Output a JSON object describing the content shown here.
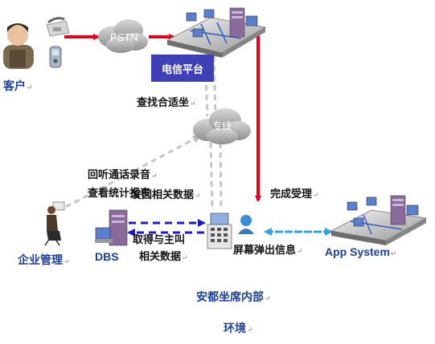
{
  "nodes": {
    "customer": "客户",
    "pstn": "PSTN",
    "telecom_platform": "电信平台",
    "dedicated_line": "专线",
    "enterprise_mgmt": "企业管理",
    "dbs": "DBS",
    "app_system": "App System"
  },
  "labels": {
    "find_agent": "查找合适坐",
    "complete_handling": "完成受理",
    "listen_recordings": "回听通话录音",
    "view_stats": "查看统计报表",
    "send_data": "发回相关数据",
    "fetch_caller": "取得与主叫",
    "related_data": "相关数据",
    "screen_popup": "屏幕弹出信息",
    "inside_1": "安都坐席内部",
    "inside_2": "环境"
  },
  "colors": {
    "call_flow": "#e3001b",
    "data_flow": "#1b1bc8",
    "popup_flow": "#2fa3e6",
    "monitor_flow": "#bdbdbd",
    "platform_box": "#3f3fb8"
  }
}
